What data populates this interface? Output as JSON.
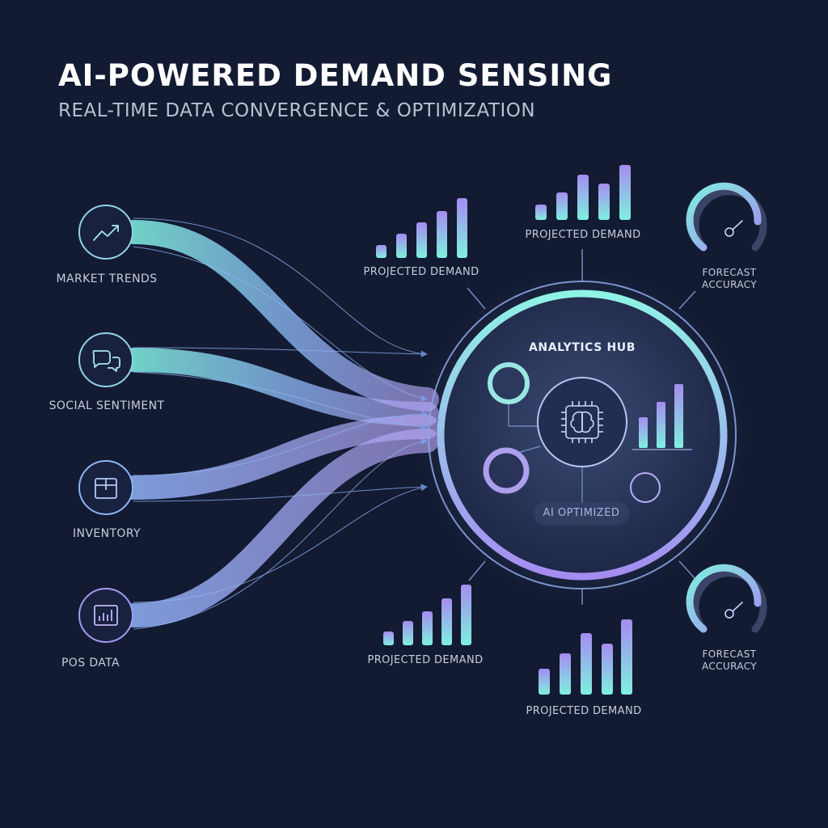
{
  "header": {
    "title": "AI-POWERED DEMAND SENSING",
    "subtitle": "REAL-TIME DATA CONVERGENCE & OPTIMIZATION"
  },
  "sources": [
    {
      "label": "MARKET TRENDS",
      "icon": "trend-line-icon"
    },
    {
      "label": "SOCIAL SENTIMENT",
      "icon": "chat-bubbles-icon"
    },
    {
      "label": "INVENTORY",
      "icon": "box-icon"
    },
    {
      "label": "POS DATA",
      "icon": "bar-report-icon"
    }
  ],
  "hub": {
    "title": "ANALYTICS HUB",
    "badge": "AI OPTIMIZED",
    "core_icon": "brain-chip-icon"
  },
  "outputs": {
    "projected_demand": [
      {
        "label": "PROJECTED DEMAND"
      },
      {
        "label": "PROJECTED DEMAND"
      },
      {
        "label": "PROJECTED DEMAND"
      },
      {
        "label": "PROJECTED DEMAND"
      }
    ],
    "forecast_accuracy": [
      {
        "label": "FORECAST\nACCURACY"
      },
      {
        "label": "FORECAST\nACCURACY"
      }
    ]
  },
  "colors": {
    "background": "#131b33",
    "teal": "#7ff0e0",
    "blue": "#86b4f5",
    "violet": "#a58cf0"
  }
}
